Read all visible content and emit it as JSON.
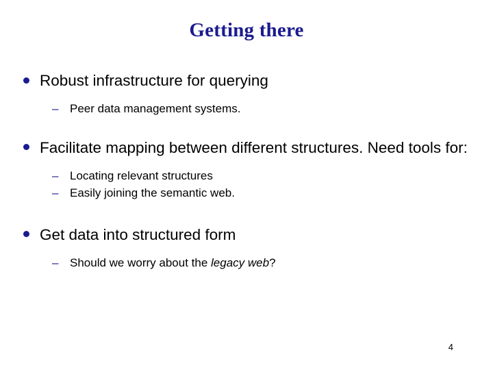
{
  "slide": {
    "title": "Getting there",
    "page_number": "4",
    "accent_color": "#1b1b8f",
    "text_color": "#000000",
    "background_color": "#ffffff",
    "bullets": [
      {
        "level": 1,
        "marker": "disc-bullet",
        "text": "Robust infrastructure for querying",
        "sub": [
          {
            "level": 2,
            "marker": "dash-bullet",
            "text": "Peer data management systems."
          }
        ]
      },
      {
        "level": 1,
        "marker": "disc-bullet",
        "text": "Facilitate mapping between different structures. Need tools for:",
        "sub": [
          {
            "level": 2,
            "marker": "dash-bullet",
            "text": "Locating relevant structures"
          },
          {
            "level": 2,
            "marker": "dash-bullet",
            "text": "Easily joining the semantic web."
          }
        ]
      },
      {
        "level": 1,
        "marker": "disc-bullet",
        "text": "Get data into structured form",
        "sub": [
          {
            "level": 2,
            "marker": "dash-bullet",
            "text_before": "Should we worry about the ",
            "text_italic": "legacy web",
            "text_after": "?"
          }
        ]
      }
    ],
    "dash_glyph": "–"
  }
}
